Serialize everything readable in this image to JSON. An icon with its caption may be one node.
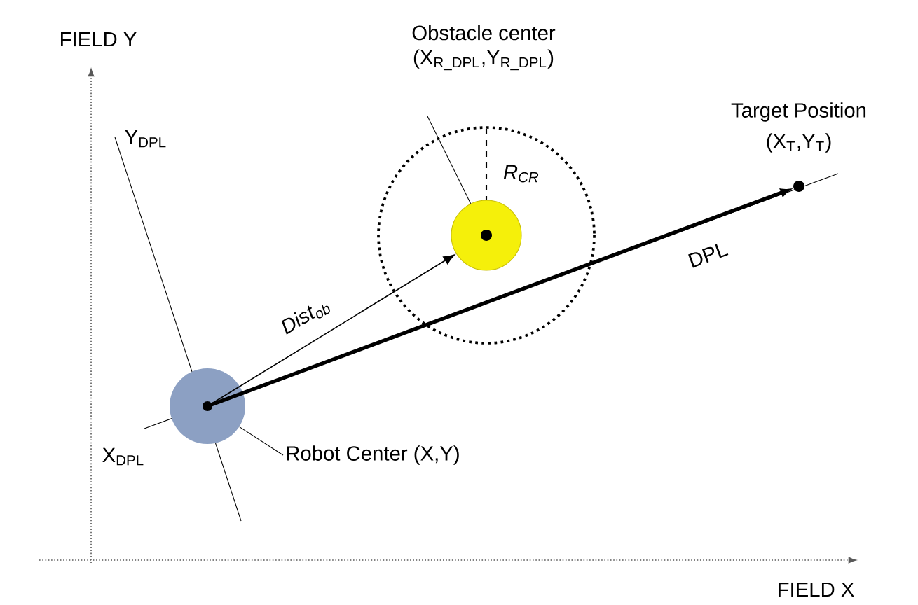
{
  "diagram": {
    "nodes": [
      {
        "text": [],
        "shape": "circle"
      },
      {
        "text": [
          "Robot Center (X,Y)"
        ]
      },
      {
        "text": [],
        "shape": "circle"
      },
      {
        "text": [
          "Obstacle center",
          "(X$_{R_DPL}$,Y$_{R_DPL}$)"
        ]
      },
      {
        "text": [],
        "shape": "circle",
        "beside": [
          "Target Position",
          "(X$_{T}$,Y$_{T}$)"
        ]
      }
    ],
    "edges": [
      {
        "from": 0,
        "to": 2,
        "arrow": "to",
        "label": "Dist$_{ob}$"
      },
      {
        "from": 0,
        "to": 4,
        "arrow": "to",
        "label": "DPL",
        "style": "thick"
      },
      {
        "from": 3,
        "to": 2,
        "arrow": "none"
      },
      {
        "from": 1,
        "to": 0,
        "arrow": "none"
      }
    ],
    "labels": [
      "FIELD Y",
      "Y$_{DPL}$",
      "R$_{CR}$",
      "X$_{DPL}$",
      "FIELD X"
    ]
  }
}
